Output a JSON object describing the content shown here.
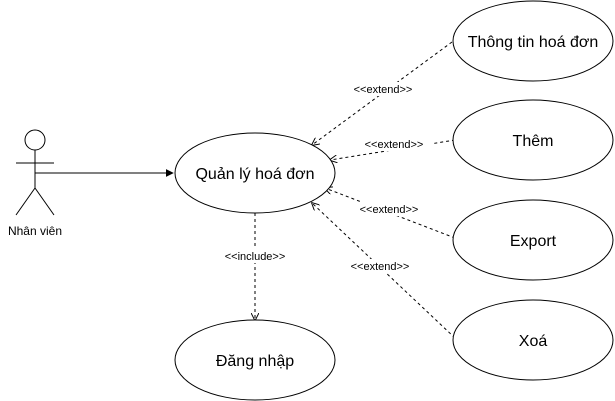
{
  "actor": {
    "label": "Nhân viên"
  },
  "usecases": {
    "main": "Quản lý hoá đơn",
    "info": "Thông tin hoá đơn",
    "add": "Thêm",
    "export": "Export",
    "delete": "Xoá",
    "login": "Đăng nhập"
  },
  "relations": {
    "extend_info": "<<extend>>",
    "extend_add": "<<extend>>",
    "extend_export": "<<extend>>",
    "extend_delete": "<<extend>>",
    "include_login": "<<include>>"
  }
}
